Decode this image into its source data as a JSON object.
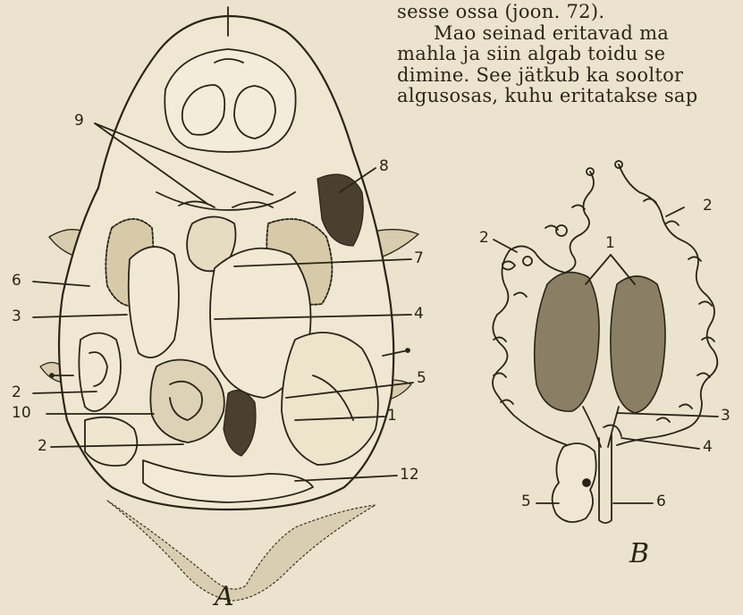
{
  "text": {
    "lines": [
      "sesse ossa (joon. 72).",
      "Mao seinad eritavad ma",
      "mahla ja siin algab toidu se",
      "dimine. See jätkub ka sooltor",
      "algusosas, kuhu eritatakse sap"
    ]
  },
  "figure_a": {
    "letter": "A",
    "labels": [
      "9",
      "8",
      "7",
      "6",
      "3",
      "4",
      "5",
      "2",
      "10",
      "1",
      "2",
      "12"
    ]
  },
  "figure_b": {
    "letter": "B",
    "labels": [
      "2",
      "2",
      "1",
      "3",
      "4",
      "5",
      "6"
    ]
  }
}
